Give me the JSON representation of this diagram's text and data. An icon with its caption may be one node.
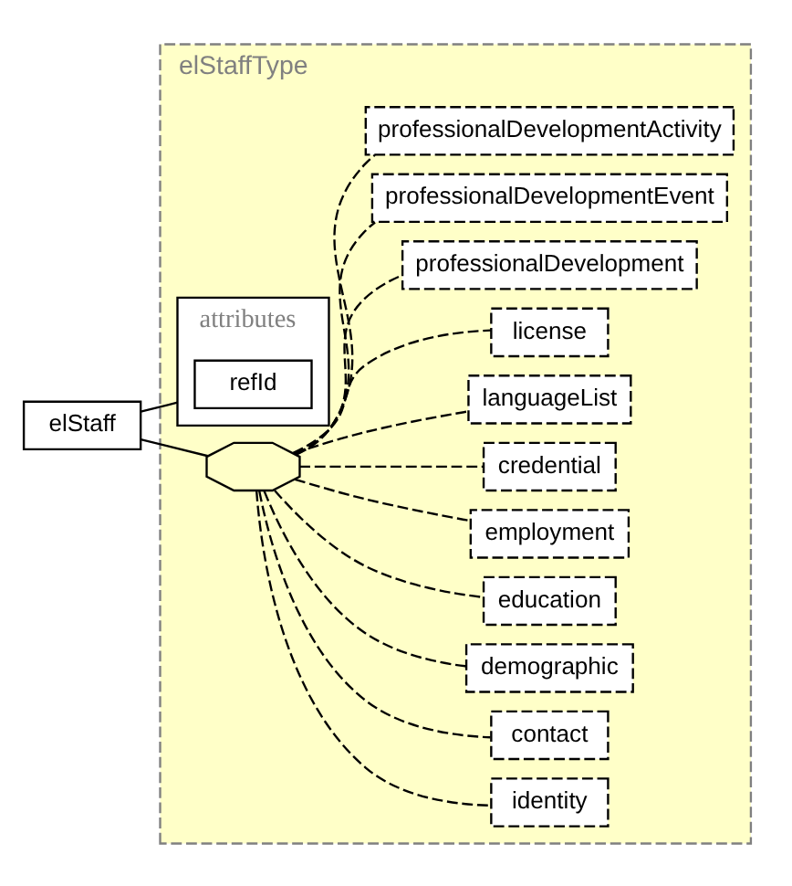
{
  "diagram": {
    "nodes": [
      {
        "text": [
          "elStaff"
        ]
      },
      {
        "text": [
          "elStaffType"
        ]
      },
      {
        "text": [
          "attributes"
        ],
        "in": 1
      },
      {
        "text": [
          "refId"
        ],
        "in": 2
      },
      {
        "text": [],
        "shape": "octagon",
        "in": 1
      },
      {
        "text": [
          "identity"
        ],
        "in": 1
      },
      {
        "text": [
          "contact"
        ],
        "in": 1
      },
      {
        "text": [
          "demographic"
        ],
        "in": 1
      },
      {
        "text": [
          "education"
        ],
        "in": 1
      },
      {
        "text": [
          "employment"
        ],
        "in": 1
      },
      {
        "text": [
          "credential"
        ],
        "in": 1
      },
      {
        "text": [
          "languageList"
        ],
        "in": 1
      },
      {
        "text": [
          "license"
        ],
        "in": 1
      },
      {
        "text": [
          "professionalDevelopment"
        ],
        "in": 1
      },
      {
        "text": [
          "professionalDevelopmentEvent"
        ],
        "in": 1
      },
      {
        "text": [
          "professionalDevelopmentActivity"
        ],
        "in": 1
      }
    ],
    "edges": [
      {
        "from": 0,
        "to": 2,
        "arrow": "none"
      },
      {
        "from": 0,
        "to": 4,
        "arrow": "none"
      },
      {
        "from": 4,
        "to": 5,
        "arrow": "none",
        "style": "dashed"
      },
      {
        "from": 4,
        "to": 6,
        "arrow": "none",
        "style": "dashed"
      },
      {
        "from": 4,
        "to": 7,
        "arrow": "none",
        "style": "dashed"
      },
      {
        "from": 4,
        "to": 8,
        "arrow": "none",
        "style": "dashed"
      },
      {
        "from": 4,
        "to": 9,
        "arrow": "none",
        "style": "dashed"
      },
      {
        "from": 4,
        "to": 10,
        "arrow": "none",
        "style": "dashed"
      },
      {
        "from": 4,
        "to": 11,
        "arrow": "none",
        "style": "dashed"
      },
      {
        "from": 4,
        "to": 12,
        "arrow": "none",
        "style": "dashed"
      },
      {
        "from": 4,
        "to": 13,
        "arrow": "none",
        "style": "dashed"
      },
      {
        "from": 4,
        "to": 14,
        "arrow": "none",
        "style": "dashed"
      },
      {
        "from": 4,
        "to": 15,
        "arrow": "none",
        "style": "dashed"
      }
    ]
  }
}
